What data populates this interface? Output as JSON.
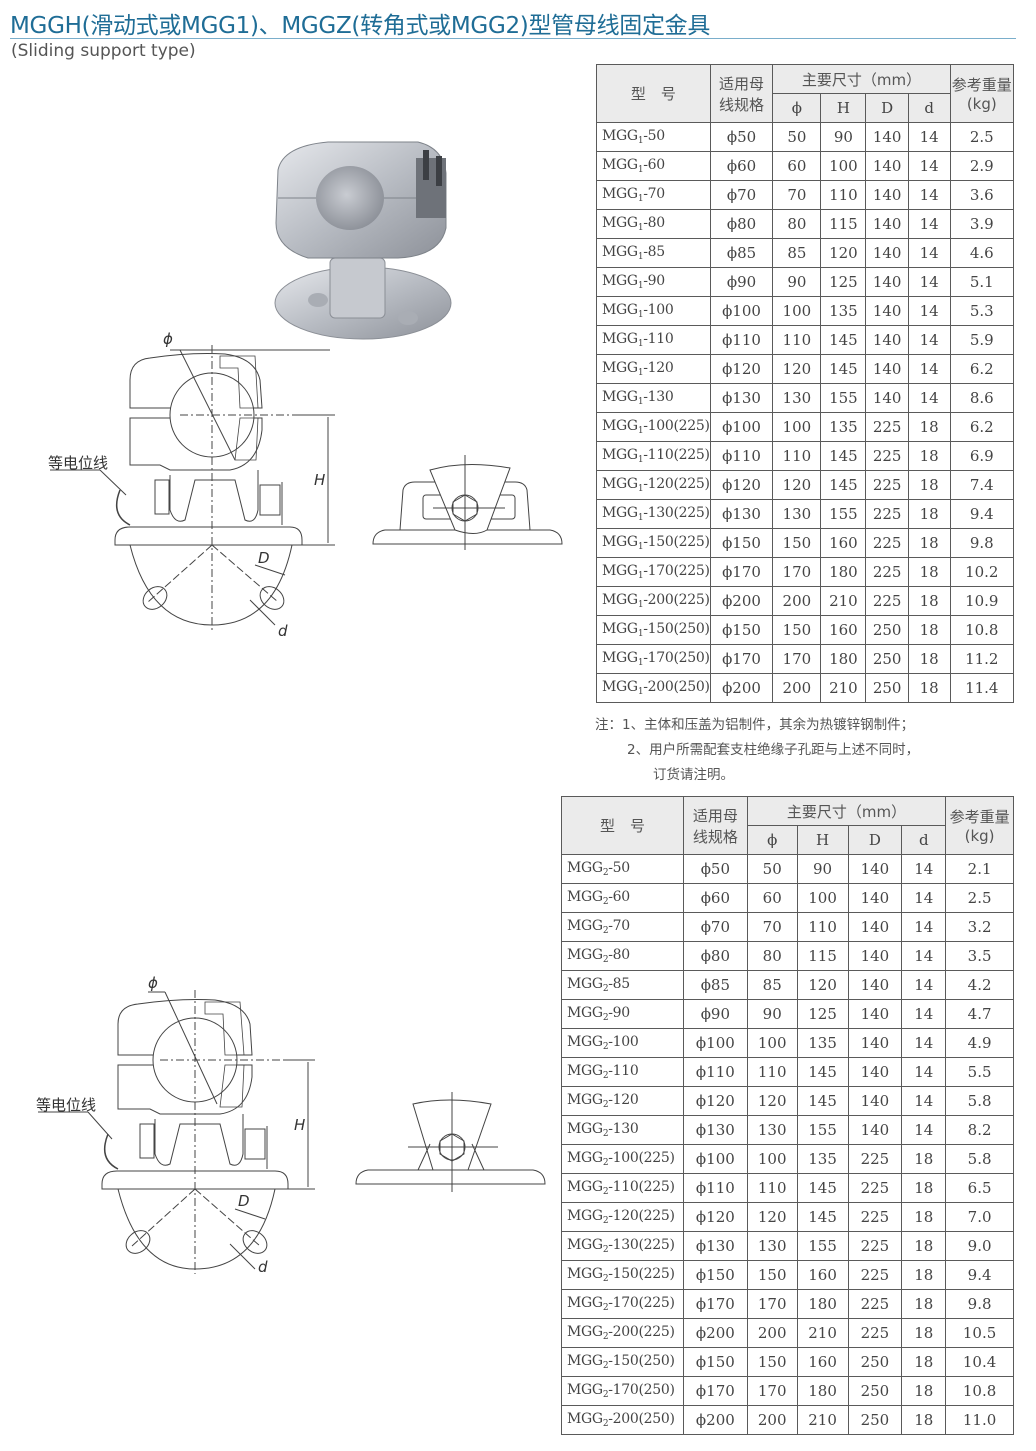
{
  "header": {
    "title": "MGGH(滑动式或MGG1)、MGGZ(转角式或MGG2)型管母线固定金具",
    "subtitle": "(Sliding support type)",
    "accent_color": "#1f6d96"
  },
  "drawing_labels": {
    "equipotential_wire": "等电位线",
    "phi": "ϕ",
    "H": "H",
    "D": "D",
    "d": "d"
  },
  "table_headers": {
    "model": "型　号",
    "busbar_spec_line1": "适用母",
    "busbar_spec_line2": "线规格",
    "main_dims": "主要尺寸（mm）",
    "phi": "ϕ",
    "H": "H",
    "D": "D",
    "d": "d",
    "weight_line1": "参考重量",
    "weight_line2": "(kg)"
  },
  "table1": {
    "prefix": "MGG",
    "sub": "1",
    "rows": [
      {
        "model": "-50",
        "spec": "ϕ50",
        "phi": "50",
        "H": "90",
        "D": "140",
        "d": "14",
        "kg": "2.5"
      },
      {
        "model": "-60",
        "spec": "ϕ60",
        "phi": "60",
        "H": "100",
        "D": "140",
        "d": "14",
        "kg": "2.9"
      },
      {
        "model": "-70",
        "spec": "ϕ70",
        "phi": "70",
        "H": "110",
        "D": "140",
        "d": "14",
        "kg": "3.6"
      },
      {
        "model": "-80",
        "spec": "ϕ80",
        "phi": "80",
        "H": "115",
        "D": "140",
        "d": "14",
        "kg": "3.9"
      },
      {
        "model": "-85",
        "spec": "ϕ85",
        "phi": "85",
        "H": "120",
        "D": "140",
        "d": "14",
        "kg": "4.6"
      },
      {
        "model": "-90",
        "spec": "ϕ90",
        "phi": "90",
        "H": "125",
        "D": "140",
        "d": "14",
        "kg": "5.1"
      },
      {
        "model": "-100",
        "spec": "ϕ100",
        "phi": "100",
        "H": "135",
        "D": "140",
        "d": "14",
        "kg": "5.3"
      },
      {
        "model": "-110",
        "spec": "ϕ110",
        "phi": "110",
        "H": "145",
        "D": "140",
        "d": "14",
        "kg": "5.9"
      },
      {
        "model": "-120",
        "spec": "ϕ120",
        "phi": "120",
        "H": "145",
        "D": "140",
        "d": "14",
        "kg": "6.2"
      },
      {
        "model": "-130",
        "spec": "ϕ130",
        "phi": "130",
        "H": "155",
        "D": "140",
        "d": "14",
        "kg": "8.6"
      },
      {
        "model": "-100(225)",
        "spec": "ϕ100",
        "phi": "100",
        "H": "135",
        "D": "225",
        "d": "18",
        "kg": "6.2"
      },
      {
        "model": "-110(225)",
        "spec": "ϕ110",
        "phi": "110",
        "H": "145",
        "D": "225",
        "d": "18",
        "kg": "6.9"
      },
      {
        "model": "-120(225)",
        "spec": "ϕ120",
        "phi": "120",
        "H": "145",
        "D": "225",
        "d": "18",
        "kg": "7.4"
      },
      {
        "model": "-130(225)",
        "spec": "ϕ130",
        "phi": "130",
        "H": "155",
        "D": "225",
        "d": "18",
        "kg": "9.4"
      },
      {
        "model": "-150(225)",
        "spec": "ϕ150",
        "phi": "150",
        "H": "160",
        "D": "225",
        "d": "18",
        "kg": "9.8"
      },
      {
        "model": "-170(225)",
        "spec": "ϕ170",
        "phi": "170",
        "H": "180",
        "D": "225",
        "d": "18",
        "kg": "10.2"
      },
      {
        "model": "-200(225)",
        "spec": "ϕ200",
        "phi": "200",
        "H": "210",
        "D": "225",
        "d": "18",
        "kg": "10.9"
      },
      {
        "model": "-150(250)",
        "spec": "ϕ150",
        "phi": "150",
        "H": "160",
        "D": "250",
        "d": "18",
        "kg": "10.8"
      },
      {
        "model": "-170(250)",
        "spec": "ϕ170",
        "phi": "170",
        "H": "180",
        "D": "250",
        "d": "18",
        "kg": "11.2"
      },
      {
        "model": "-200(250)",
        "spec": "ϕ200",
        "phi": "200",
        "H": "210",
        "D": "250",
        "d": "18",
        "kg": "11.4"
      }
    ]
  },
  "notes": {
    "line1": "注：1、主体和压盖为铝制件，其余为热镀锌钢制件；",
    "line2": "2、用户所需配套支柱绝缘子孔距与上述不同时，",
    "line3": "订货请注明。"
  },
  "table2": {
    "prefix": "MGG",
    "sub": "2",
    "rows": [
      {
        "model": "-50",
        "spec": "ϕ50",
        "phi": "50",
        "H": "90",
        "D": "140",
        "d": "14",
        "kg": "2.1"
      },
      {
        "model": "-60",
        "spec": "ϕ60",
        "phi": "60",
        "H": "100",
        "D": "140",
        "d": "14",
        "kg": "2.5"
      },
      {
        "model": "-70",
        "spec": "ϕ70",
        "phi": "70",
        "H": "110",
        "D": "140",
        "d": "14",
        "kg": "3.2"
      },
      {
        "model": "-80",
        "spec": "ϕ80",
        "phi": "80",
        "H": "115",
        "D": "140",
        "d": "14",
        "kg": "3.5"
      },
      {
        "model": "-85",
        "spec": "ϕ85",
        "phi": "85",
        "H": "120",
        "D": "140",
        "d": "14",
        "kg": "4.2"
      },
      {
        "model": "-90",
        "spec": "ϕ90",
        "phi": "90",
        "H": "125",
        "D": "140",
        "d": "14",
        "kg": "4.7"
      },
      {
        "model": "-100",
        "spec": "ϕ100",
        "phi": "100",
        "H": "135",
        "D": "140",
        "d": "14",
        "kg": "4.9"
      },
      {
        "model": "-110",
        "spec": "ϕ110",
        "phi": "110",
        "H": "145",
        "D": "140",
        "d": "14",
        "kg": "5.5"
      },
      {
        "model": "-120",
        "spec": "ϕ120",
        "phi": "120",
        "H": "145",
        "D": "140",
        "d": "14",
        "kg": "5.8"
      },
      {
        "model": "-130",
        "spec": "ϕ130",
        "phi": "130",
        "H": "155",
        "D": "140",
        "d": "14",
        "kg": "8.2"
      },
      {
        "model": "-100(225)",
        "spec": "ϕ100",
        "phi": "100",
        "H": "135",
        "D": "225",
        "d": "18",
        "kg": "5.8"
      },
      {
        "model": "-110(225)",
        "spec": "ϕ110",
        "phi": "110",
        "H": "145",
        "D": "225",
        "d": "18",
        "kg": "6.5"
      },
      {
        "model": "-120(225)",
        "spec": "ϕ120",
        "phi": "120",
        "H": "145",
        "D": "225",
        "d": "18",
        "kg": "7.0"
      },
      {
        "model": "-130(225)",
        "spec": "ϕ130",
        "phi": "130",
        "H": "155",
        "D": "225",
        "d": "18",
        "kg": "9.0"
      },
      {
        "model": "-150(225)",
        "spec": "ϕ150",
        "phi": "150",
        "H": "160",
        "D": "225",
        "d": "18",
        "kg": "9.4"
      },
      {
        "model": "-170(225)",
        "spec": "ϕ170",
        "phi": "170",
        "H": "180",
        "D": "225",
        "d": "18",
        "kg": "9.8"
      },
      {
        "model": "-200(225)",
        "spec": "ϕ200",
        "phi": "200",
        "H": "210",
        "D": "225",
        "d": "18",
        "kg": "10.5"
      },
      {
        "model": "-150(250)",
        "spec": "ϕ150",
        "phi": "150",
        "H": "160",
        "D": "250",
        "d": "18",
        "kg": "10.4"
      },
      {
        "model": "-170(250)",
        "spec": "ϕ170",
        "phi": "170",
        "H": "180",
        "D": "250",
        "d": "18",
        "kg": "10.8"
      },
      {
        "model": "-200(250)",
        "spec": "ϕ200",
        "phi": "200",
        "H": "210",
        "D": "250",
        "d": "18",
        "kg": "11.0"
      }
    ]
  }
}
